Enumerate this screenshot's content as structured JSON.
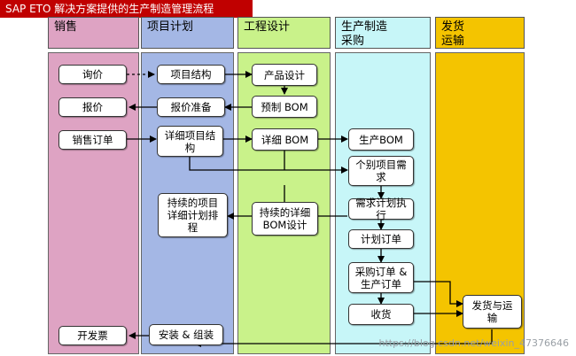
{
  "title": "SAP ETO 解决方案提供的生产制造管理流程",
  "colors": {
    "title_bg": "#c00000",
    "sales": "#dea3c3",
    "project": "#a4b7e5",
    "engineering": "#c9f28a",
    "production": "#c7f6f8",
    "shipping": "#f4c400"
  },
  "columns": {
    "sales": "销售",
    "project": "项目计划",
    "engineering": "工程设计",
    "production": "生产制造采购",
    "shipping": "发货运输"
  },
  "boxes": {
    "inquiry": "询价",
    "quote": "报价",
    "sales_order": "销售订单",
    "invoice": "开发票",
    "project_structure": "项目结构",
    "quote_prep": "报价准备",
    "detail_project_structure": "详细项目结构",
    "ongoing_project_plan": "持续的项目详细计划排程",
    "install_assemble": "安装 & 组装",
    "product_design": "产品设计",
    "pre_bom": "预制 BOM",
    "detail_bom": "详细 BOM",
    "ongoing_bom": "持续的详细BOM设计",
    "production_bom": "生产BOM",
    "individual_demand": "个别项目需求",
    "mrp_run": "需求计划执行",
    "planned_order": "计划订单",
    "purchase_prod_order": "采购订单 & 生产订单",
    "goods_receipt": "收货",
    "delivery_shipping": "发货与运输"
  },
  "watermark": "https://blog.csdn.net/weixin_47376646"
}
